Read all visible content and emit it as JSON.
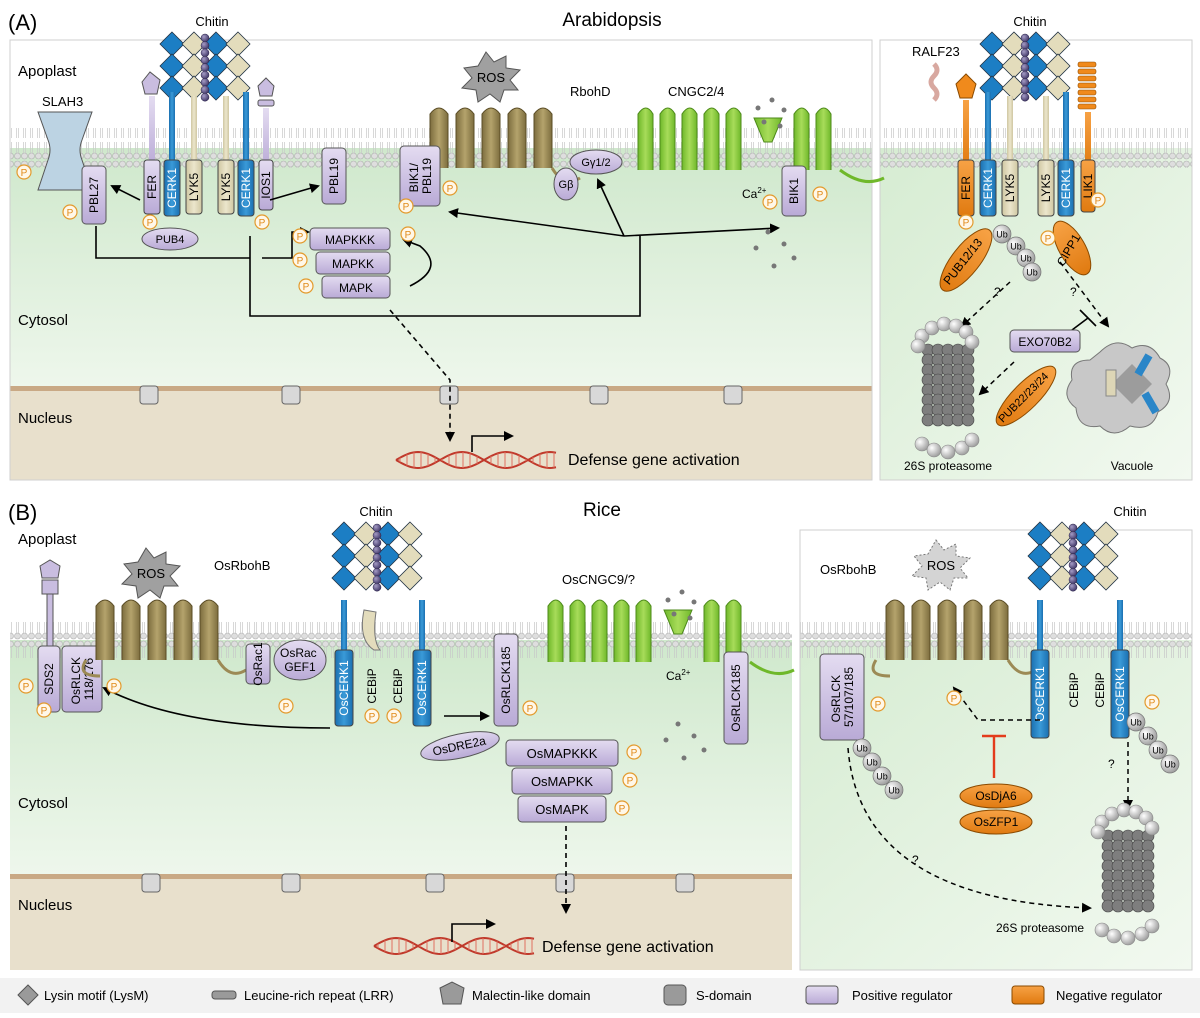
{
  "panelA": {
    "letter": "(A)",
    "title": "Arabidopsis",
    "apoplast": "Apoplast",
    "cytosol": "Cytosol",
    "nucleus": "Nucleus",
    "chitin": "Chitin",
    "chitin_right": "Chitin",
    "ros": "ROS",
    "slah3": "SLAH3",
    "rbohd": "RbohD",
    "cngc": "CNGC2/4",
    "ca": "Ca",
    "ca_sup": "2+",
    "ralf23": "RALF23",
    "gb": "Gβ",
    "gy": "Gγ1/2",
    "pbl27": "PBL27",
    "fer": "FER",
    "cerk1": "CERK1",
    "lyk5": "LYK5",
    "lyk5b": "LYK5",
    "cerk1b": "CERK1",
    "ios1": "IOS1",
    "pub4": "PUB4",
    "pbl19": "PBL19",
    "bik1pbl19": [
      "BIK1/",
      "PBL19"
    ],
    "bik1": "BIK1",
    "mapkkk": "MAPKKK",
    "mapkk": "MAPKK",
    "mapk": "MAPK",
    "fer_r": "FER",
    "cerk1_r": "CERK1",
    "lyk5_r": "LYK5",
    "lyk5_r2": "LYK5",
    "cerk1_r2": "CERK1",
    "lik1": "LIK1",
    "pub1213": "PUB12/13",
    "cipp1": "CIPP1",
    "exo70b2": "EXO70B2",
    "pub222324": "PUB22/23/24",
    "proteasome": "26S proteasome",
    "vacuole": "Vacuole",
    "defense": "Defense gene activation",
    "q1": "?",
    "q2": "?"
  },
  "panelB": {
    "letter": "(B)",
    "title": "Rice",
    "apoplast": "Apoplast",
    "cytosol": "Cytosol",
    "nucleus": "Nucleus",
    "chitin": "Chitin",
    "chitin_right": "Chitin",
    "ros": "ROS",
    "ros_right": "ROS",
    "osrbohb": "OsRbohB",
    "osrbohb_right": "OsRbohB",
    "oscngc": "OsCNGC9/?",
    "ca": "Ca",
    "ca_sup": "2+",
    "sds2": "SDS2",
    "osrlck118": [
      "OsRLCK",
      "118/176"
    ],
    "osrac1": "OsRac1",
    "osracgef1": [
      "OsRac",
      "GEF1"
    ],
    "oscerk1": "OsCERK1",
    "cebip": "CEBiP",
    "cebip2": "CEBiP",
    "oscerk1b": "OsCERK1",
    "osrlck185": "OsRLCK185",
    "osrlck185b": "OsRLCK185",
    "osdre2a": "OsDRE2a",
    "osmapkkk": "OsMAPKKK",
    "osmapkk": "OsMAPKK",
    "osmapk": "OsMAPK",
    "osrlck57": [
      "OsRLCK",
      "57/107/185"
    ],
    "oscerk1_r": "OsCERK1",
    "cebip_r": "CEBiP",
    "cebip_r2": "CEBiP",
    "oscerk1_r2": "OsCERK1",
    "osdja6": "OsDjA6",
    "oszfp1": "OsZFP1",
    "proteasome": "26S proteasome",
    "defense": "Defense gene activation",
    "q1": "?",
    "q2": "?"
  },
  "legend": {
    "lysm": "Lysin motif (LysM)",
    "lrr": "Leucine-rich repeat (LRR)",
    "malectin": "Malectin-like domain",
    "sdomain": "S-domain",
    "positive": "Positive regulator",
    "negative": "Negative regulator"
  },
  "symbols": {
    "p": "P",
    "ub": "Ub"
  },
  "colors": {
    "positive": "#c9bde0",
    "negative": "#f08a1c",
    "lysm": "#1c7ec4",
    "cerk_blue": "#2a86c8",
    "lyk_beige": "#ddd6b6",
    "rboh": "#9c8a55",
    "cngc": "#8ccc3a",
    "cytosol": "#dcefd9",
    "nucleus": "#e8e0cc"
  }
}
